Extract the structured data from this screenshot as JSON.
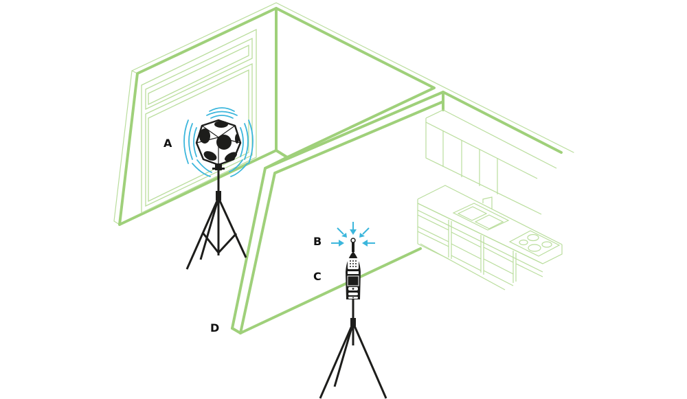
{
  "labels": {
    "a": "A",
    "b": "B",
    "c": "C",
    "d": "D"
  },
  "colors": {
    "wall_green": "#9fd07a",
    "wall_green_thin": "#b9dd9c",
    "wave_blue": "#3bb6dc",
    "equipment_black": "#1d1d1b",
    "background": "#ffffff"
  },
  "icons": {
    "source": "dodecahedron-loudspeaker-icon",
    "meter": "sound-level-meter-icon",
    "tripods": "tripod-icon"
  }
}
